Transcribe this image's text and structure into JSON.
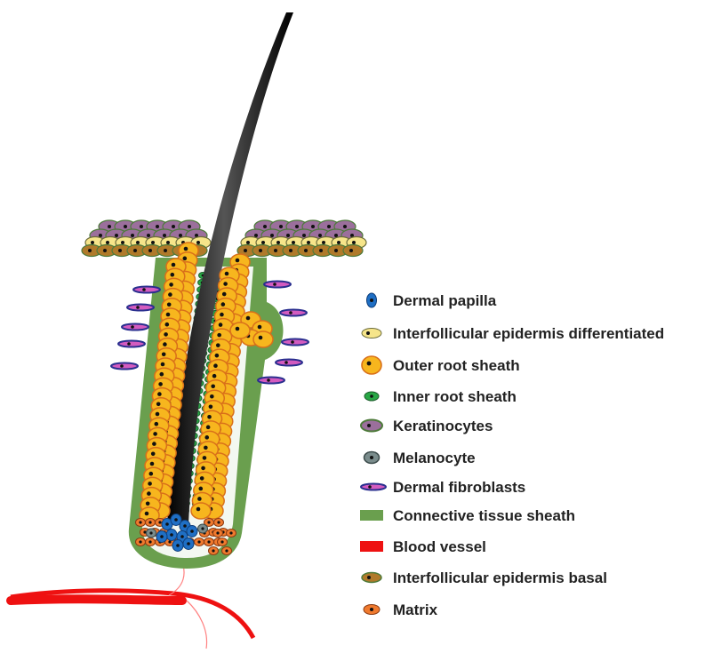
{
  "legend": [
    {
      "label": "Dermal papilla",
      "icon": "dermal-papilla-cell-icon"
    },
    {
      "label": "Interfollicular epidermis differentiated",
      "icon": "differentiated-epidermis-cell-icon"
    },
    {
      "label": "Outer root sheath",
      "icon": "outer-root-sheath-cell-icon"
    },
    {
      "label": "Inner root sheath",
      "icon": "inner-root-sheath-cell-icon"
    },
    {
      "label": "Keratinocytes",
      "icon": "keratinocyte-cell-icon"
    },
    {
      "label": "Melanocyte",
      "icon": "melanocyte-cell-icon"
    },
    {
      "label": "Dermal fibroblasts",
      "icon": "dermal-fibroblast-cell-icon"
    },
    {
      "label": "Connective tissue sheath",
      "icon": "connective-tissue-sheath-swatch"
    },
    {
      "label": "Blood vessel",
      "icon": "blood-vessel-swatch"
    },
    {
      "label": "Interfollicular epidermis basal",
      "icon": "basal-epidermis-cell-icon"
    },
    {
      "label": "Matrix",
      "icon": "matrix-cell-icon"
    }
  ],
  "colors": {
    "dermal_papilla": "#1f6fc4",
    "differentiated": "#f6e58a",
    "outer_root_sheath": "#f7b61e",
    "outer_root_sheath_border": "#d9701a",
    "inner_root_sheath": "#28a745",
    "keratinocyte": "#9b6f9c",
    "keratinocyte_border": "#4d7a3a",
    "melanocyte": "#7a8c8c",
    "fibroblast_center": "#d35bbf",
    "fibroblast_border": "#2a2f8f",
    "connective_sheath": "#6a9f4e",
    "blood_vessel": "#ee1111",
    "basal": "#b07a2a",
    "matrix": "#f07a2e",
    "hair_shaft": "#1a1a1a",
    "nucleus": "#111111"
  }
}
